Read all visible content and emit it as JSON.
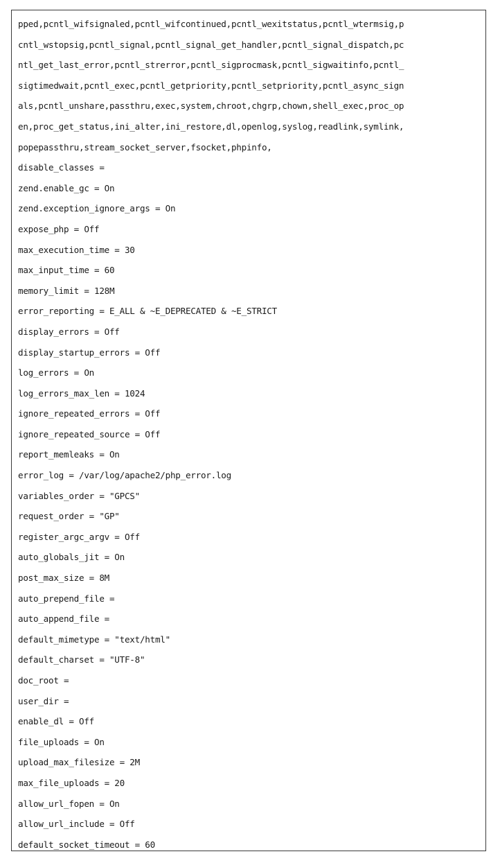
{
  "document": {
    "lines": [
      "pped,pcntl_wifsignaled,pcntl_wifcontinued,pcntl_wexitstatus,pcntl_wtermsig,p",
      "cntl_wstopsig,pcntl_signal,pcntl_signal_get_handler,pcntl_signal_dispatch,pc",
      "ntl_get_last_error,pcntl_strerror,pcntl_sigprocmask,pcntl_sigwaitinfo,pcntl_",
      "sigtimedwait,pcntl_exec,pcntl_getpriority,pcntl_setpriority,pcntl_async_sign",
      "als,pcntl_unshare,passthru,exec,system,chroot,chgrp,chown,shell_exec,proc_op",
      "en,proc_get_status,ini_alter,ini_restore,dl,openlog,syslog,readlink,symlink,",
      "popepassthru,stream_socket_server,fsocket,phpinfo,",
      "disable_classes =",
      "zend.enable_gc = On",
      "zend.exception_ignore_args = On",
      "expose_php = Off",
      "max_execution_time = 30",
      "max_input_time = 60",
      "memory_limit = 128M",
      "error_reporting = E_ALL & ~E_DEPRECATED & ~E_STRICT",
      "display_errors = Off",
      "display_startup_errors = Off",
      "log_errors = On",
      "log_errors_max_len = 1024",
      "ignore_repeated_errors = Off",
      "ignore_repeated_source = Off",
      "report_memleaks = On",
      "error_log = /var/log/apache2/php_error.log",
      "variables_order = \"GPCS\"",
      "request_order = \"GP\"",
      "register_argc_argv = Off",
      "auto_globals_jit = On",
      "post_max_size = 8M",
      "auto_prepend_file =",
      "auto_append_file =",
      "default_mimetype = \"text/html\"",
      "default_charset = \"UTF-8\"",
      "doc_root =",
      "user_dir =",
      "enable_dl = Off",
      "file_uploads = On",
      "upload_max_filesize = 2M",
      "max_file_uploads = 20",
      "allow_url_fopen = On",
      "allow_url_include = Off",
      "default_socket_timeout = 60"
    ]
  }
}
